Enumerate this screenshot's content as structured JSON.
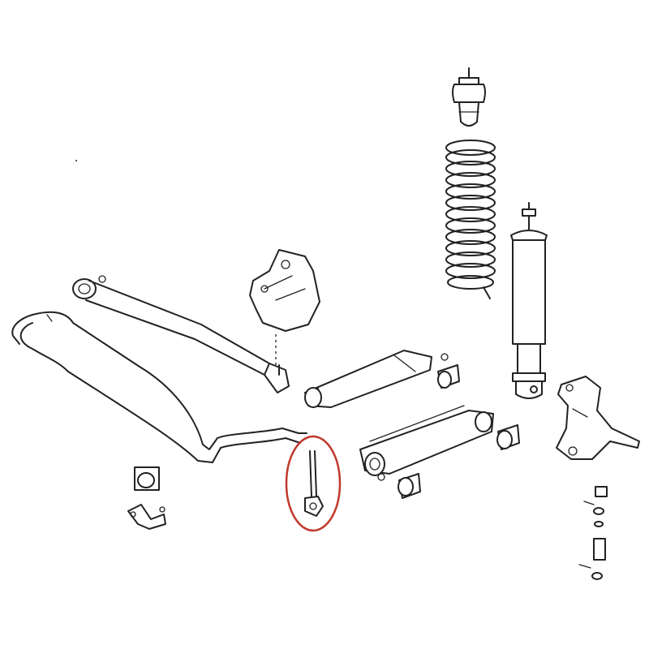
{
  "diagram": {
    "type": "exploded-parts-diagram",
    "parts": [
      "bump-stop",
      "coil-spring",
      "shock-absorber",
      "upper-control-arm",
      "lower-control-arm",
      "control-arm-bushings",
      "frame-bracket",
      "radius-arm",
      "sway-bar",
      "sway-bar-bushing",
      "sway-bar-bracket",
      "sway-bar-end-link",
      "steering-knuckle",
      "ball-joint-hardware"
    ],
    "highlighted_part": "sway-bar-end-link",
    "colors": {
      "line": "#222222",
      "background": "#ffffff",
      "highlight": "#c0392b"
    }
  }
}
